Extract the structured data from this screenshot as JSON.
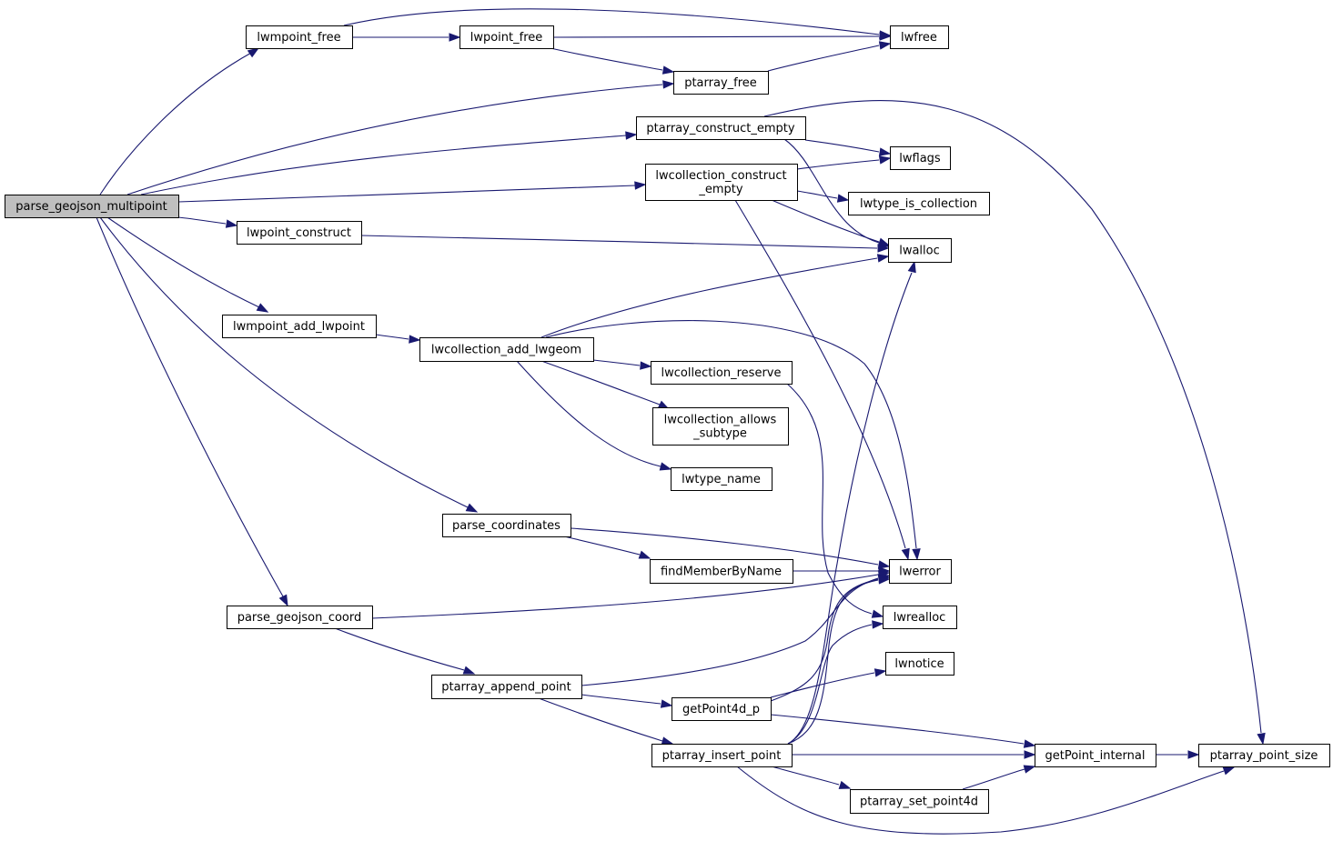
{
  "diagram": {
    "type": "call-graph",
    "colors": {
      "edge": "#191970",
      "root_fill": "#bfbfbf",
      "node_fill": "#ffffff",
      "node_border": "#000000"
    },
    "nodes": [
      {
        "id": "parse_geojson_multipoint",
        "lines": [
          "parse_geojson_multipoint"
        ],
        "root": true
      },
      {
        "id": "lwmpoint_free",
        "lines": [
          "lwmpoint_free"
        ]
      },
      {
        "id": "lwpoint_free",
        "lines": [
          "lwpoint_free"
        ]
      },
      {
        "id": "lwfree",
        "lines": [
          "lwfree"
        ]
      },
      {
        "id": "ptarray_free",
        "lines": [
          "ptarray_free"
        ]
      },
      {
        "id": "ptarray_construct_empty",
        "lines": [
          "ptarray_construct_empty"
        ]
      },
      {
        "id": "lwflags",
        "lines": [
          "lwflags"
        ]
      },
      {
        "id": "lwcollection_construct_empty",
        "lines": [
          "lwcollection_construct",
          "_empty"
        ]
      },
      {
        "id": "lwtype_is_collection",
        "lines": [
          "lwtype_is_collection"
        ]
      },
      {
        "id": "lwalloc",
        "lines": [
          "lwalloc"
        ]
      },
      {
        "id": "lwpoint_construct",
        "lines": [
          "lwpoint_construct"
        ]
      },
      {
        "id": "lwmpoint_add_lwpoint",
        "lines": [
          "lwmpoint_add_lwpoint"
        ]
      },
      {
        "id": "lwcollection_add_lwgeom",
        "lines": [
          "lwcollection_add_lwgeom"
        ]
      },
      {
        "id": "lwcollection_reserve",
        "lines": [
          "lwcollection_reserve"
        ]
      },
      {
        "id": "lwcollection_allows_subtype",
        "lines": [
          "lwcollection_allows",
          "_subtype"
        ]
      },
      {
        "id": "lwtype_name",
        "lines": [
          "lwtype_name"
        ]
      },
      {
        "id": "parse_coordinates",
        "lines": [
          "parse_coordinates"
        ]
      },
      {
        "id": "findMemberByName",
        "lines": [
          "findMemberByName"
        ]
      },
      {
        "id": "lwerror",
        "lines": [
          "lwerror"
        ]
      },
      {
        "id": "parse_geojson_coord",
        "lines": [
          "parse_geojson_coord"
        ]
      },
      {
        "id": "lwrealloc",
        "lines": [
          "lwrealloc"
        ]
      },
      {
        "id": "lwnotice",
        "lines": [
          "lwnotice"
        ]
      },
      {
        "id": "ptarray_append_point",
        "lines": [
          "ptarray_append_point"
        ]
      },
      {
        "id": "getPoint4d_p",
        "lines": [
          "getPoint4d_p"
        ]
      },
      {
        "id": "ptarray_insert_point",
        "lines": [
          "ptarray_insert_point"
        ]
      },
      {
        "id": "getPoint_internal",
        "lines": [
          "getPoint_internal"
        ]
      },
      {
        "id": "ptarray_point_size",
        "lines": [
          "ptarray_point_size"
        ]
      },
      {
        "id": "ptarray_set_point4d",
        "lines": [
          "ptarray_set_point4d"
        ]
      }
    ],
    "edges": [
      {
        "from": "parse_geojson_multipoint",
        "to": "lwmpoint_free"
      },
      {
        "from": "parse_geojson_multipoint",
        "to": "ptarray_free"
      },
      {
        "from": "parse_geojson_multipoint",
        "to": "ptarray_construct_empty"
      },
      {
        "from": "parse_geojson_multipoint",
        "to": "lwcollection_construct_empty"
      },
      {
        "from": "parse_geojson_multipoint",
        "to": "lwpoint_construct"
      },
      {
        "from": "parse_geojson_multipoint",
        "to": "lwmpoint_add_lwpoint"
      },
      {
        "from": "parse_geojson_multipoint",
        "to": "parse_coordinates"
      },
      {
        "from": "parse_geojson_multipoint",
        "to": "parse_geojson_coord"
      },
      {
        "from": "lwmpoint_free",
        "to": "lwpoint_free"
      },
      {
        "from": "lwmpoint_free",
        "to": "lwfree"
      },
      {
        "from": "lwpoint_free",
        "to": "lwfree"
      },
      {
        "from": "lwpoint_free",
        "to": "ptarray_free"
      },
      {
        "from": "ptarray_free",
        "to": "lwfree"
      },
      {
        "from": "ptarray_construct_empty",
        "to": "lwflags"
      },
      {
        "from": "ptarray_construct_empty",
        "to": "lwalloc"
      },
      {
        "from": "ptarray_construct_empty",
        "to": "ptarray_point_size"
      },
      {
        "from": "lwcollection_construct_empty",
        "to": "lwflags"
      },
      {
        "from": "lwcollection_construct_empty",
        "to": "lwtype_is_collection"
      },
      {
        "from": "lwcollection_construct_empty",
        "to": "lwalloc"
      },
      {
        "from": "lwcollection_construct_empty",
        "to": "lwerror"
      },
      {
        "from": "lwpoint_construct",
        "to": "lwalloc"
      },
      {
        "from": "lwmpoint_add_lwpoint",
        "to": "lwcollection_add_lwgeom"
      },
      {
        "from": "lwcollection_add_lwgeom",
        "to": "lwalloc"
      },
      {
        "from": "lwcollection_add_lwgeom",
        "to": "lwerror"
      },
      {
        "from": "lwcollection_add_lwgeom",
        "to": "lwcollection_reserve"
      },
      {
        "from": "lwcollection_add_lwgeom",
        "to": "lwcollection_allows_subtype"
      },
      {
        "from": "lwcollection_add_lwgeom",
        "to": "lwtype_name"
      },
      {
        "from": "lwcollection_reserve",
        "to": "lwrealloc"
      },
      {
        "from": "parse_coordinates",
        "to": "lwerror"
      },
      {
        "from": "parse_coordinates",
        "to": "findMemberByName"
      },
      {
        "from": "findMemberByName",
        "to": "lwerror"
      },
      {
        "from": "parse_geojson_coord",
        "to": "lwerror"
      },
      {
        "from": "parse_geojson_coord",
        "to": "ptarray_append_point"
      },
      {
        "from": "ptarray_append_point",
        "to": "lwerror"
      },
      {
        "from": "ptarray_append_point",
        "to": "getPoint4d_p"
      },
      {
        "from": "ptarray_append_point",
        "to": "ptarray_insert_point"
      },
      {
        "from": "getPoint4d_p",
        "to": "lwerror"
      },
      {
        "from": "getPoint4d_p",
        "to": "lwnotice"
      },
      {
        "from": "getPoint4d_p",
        "to": "getPoint_internal"
      },
      {
        "from": "ptarray_insert_point",
        "to": "lwalloc"
      },
      {
        "from": "ptarray_insert_point",
        "to": "lwerror"
      },
      {
        "from": "ptarray_insert_point",
        "to": "lwrealloc"
      },
      {
        "from": "ptarray_insert_point",
        "to": "getPoint_internal"
      },
      {
        "from": "ptarray_insert_point",
        "to": "ptarray_set_point4d"
      },
      {
        "from": "ptarray_insert_point",
        "to": "ptarray_point_size"
      },
      {
        "from": "getPoint_internal",
        "to": "ptarray_point_size"
      },
      {
        "from": "ptarray_set_point4d",
        "to": "getPoint_internal"
      }
    ]
  }
}
